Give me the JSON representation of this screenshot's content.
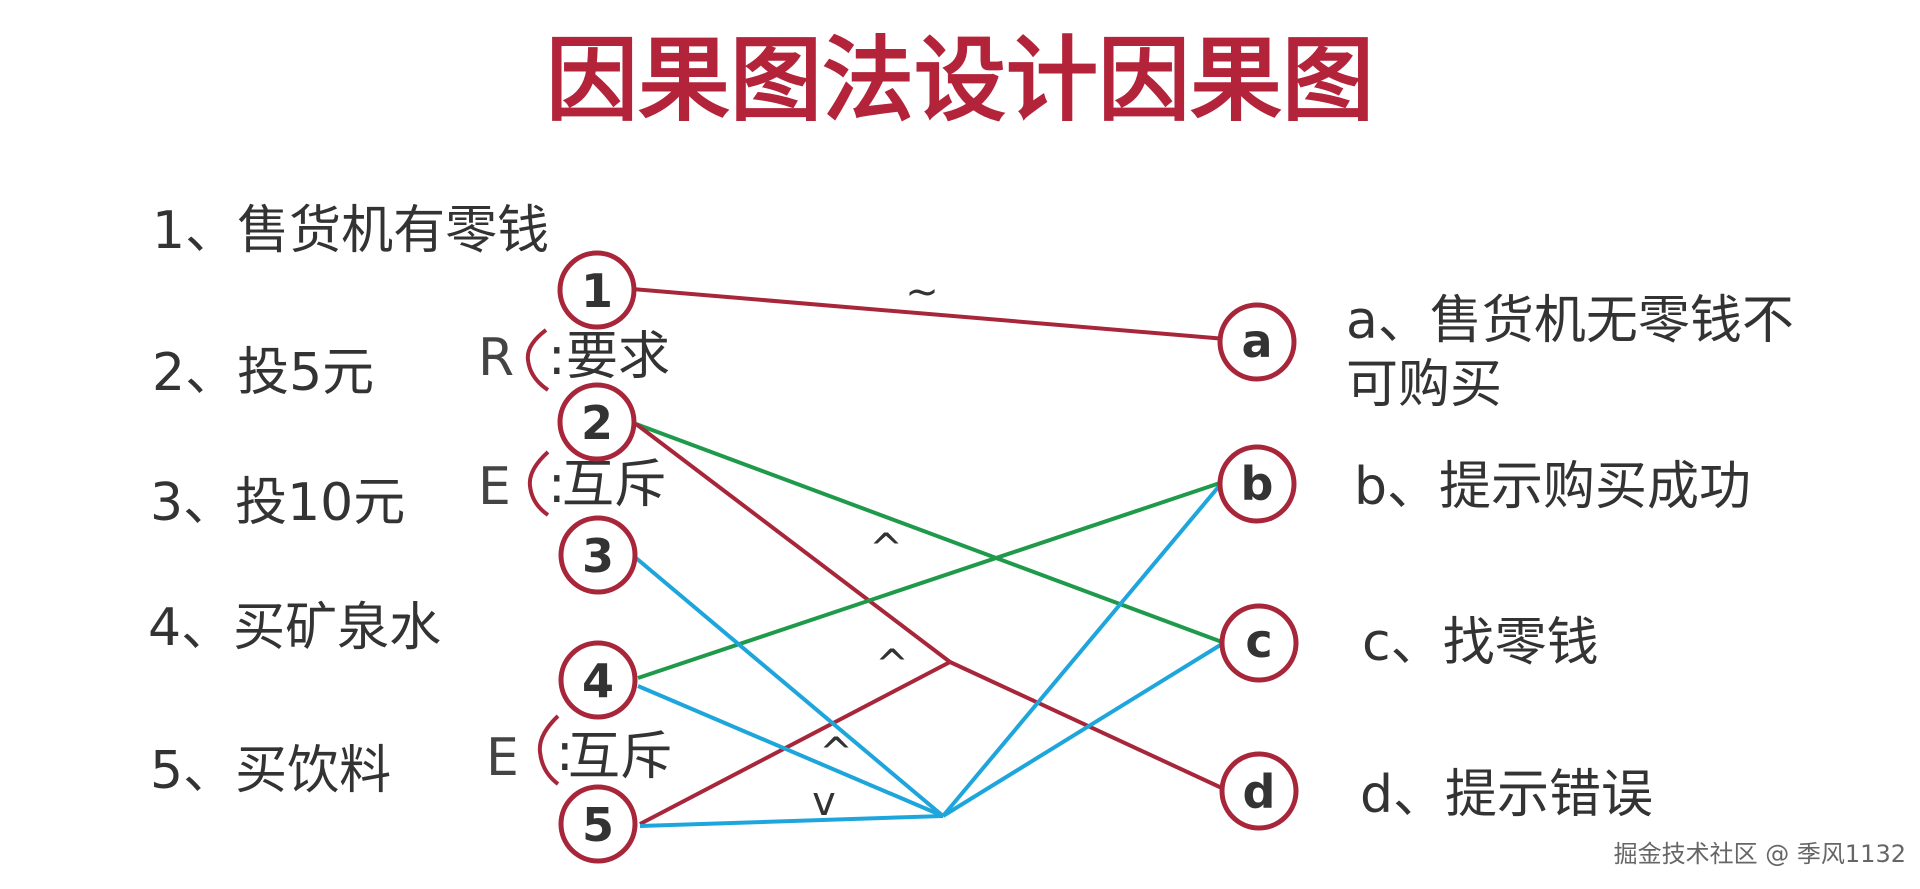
{
  "title": "因果图法设计因果图",
  "causes": [
    {
      "id": "1",
      "label": "1、售货机有零钱"
    },
    {
      "id": "2",
      "label": "2、投5元"
    },
    {
      "id": "3",
      "label": "3、投10元"
    },
    {
      "id": "4",
      "label": "4、买矿泉水"
    },
    {
      "id": "5",
      "label": "5、买饮料"
    }
  ],
  "effects": [
    {
      "id": "a",
      "label_lines": [
        "a、售货机无零钱不",
        "可购买"
      ]
    },
    {
      "id": "b",
      "label_lines": [
        "b、提示购买成功"
      ]
    },
    {
      "id": "c",
      "label_lines": [
        "c、找零钱"
      ]
    },
    {
      "id": "d",
      "label_lines": [
        "d、提示错误"
      ]
    }
  ],
  "constraints": [
    {
      "letter": "R",
      "colon": ":",
      "text": "要求"
    },
    {
      "letter": "E",
      "colon": ":",
      "text": "互斥"
    },
    {
      "letter": "E",
      "colon": ":",
      "text": "互斥"
    }
  ],
  "operators": {
    "not": "~",
    "and1": "^",
    "and2": "^",
    "and3": "^",
    "or": "v"
  },
  "colors": {
    "title": "#b3243b",
    "node_border": "#a8263a",
    "red_edge": "#a8263a",
    "green_edge": "#1f9a4a",
    "blue_edge": "#1ea6dc",
    "text": "#333333"
  },
  "watermark": "掘金技术社区 @ 季风1132"
}
